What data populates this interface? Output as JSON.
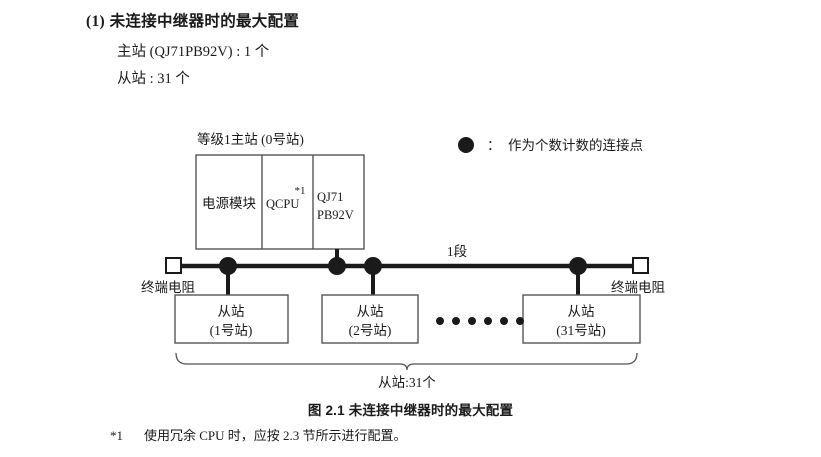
{
  "section": {
    "number": "(1)",
    "title": "未连接中继器时的最大配置",
    "specs": [
      "主站 (QJ71PB92V) : 1 个",
      "从站 : 31 个"
    ]
  },
  "legend": {
    "marker": "filled-circle",
    "separator": "：",
    "text": "作为个数计数的连接点"
  },
  "diagram": {
    "master": {
      "label": "等级1主站 (0号站)",
      "modules": [
        {
          "name": "电源模块",
          "footnote_mark": ""
        },
        {
          "name": "QCPU",
          "footnote_mark": "*1"
        },
        {
          "name": "QJ71\nPB92V",
          "line1": "QJ71",
          "line2": "PB92V",
          "footnote_mark": ""
        }
      ]
    },
    "segment_label": "1段",
    "terminator_left": "终端电阻",
    "terminator_right": "终端电阻",
    "slaves": [
      {
        "name": "从站",
        "station": "(1号站)"
      },
      {
        "name": "从站",
        "station": "(2号站)"
      },
      {
        "name": "从站",
        "station": "(31号站)"
      }
    ],
    "ellipsis_dots": 6,
    "brace_label": "从站:31个"
  },
  "figure": {
    "caption": "图 2.1  未连接中继器时的最大配置"
  },
  "footnote": {
    "mark": "*1",
    "text": "使用冗余 CPU 时，应按 2.3 节所示进行配置。"
  },
  "colors": {
    "text": "#1a1a1a",
    "line": "#1a1a1a",
    "box_border": "#555555",
    "background": "#ffffff"
  }
}
